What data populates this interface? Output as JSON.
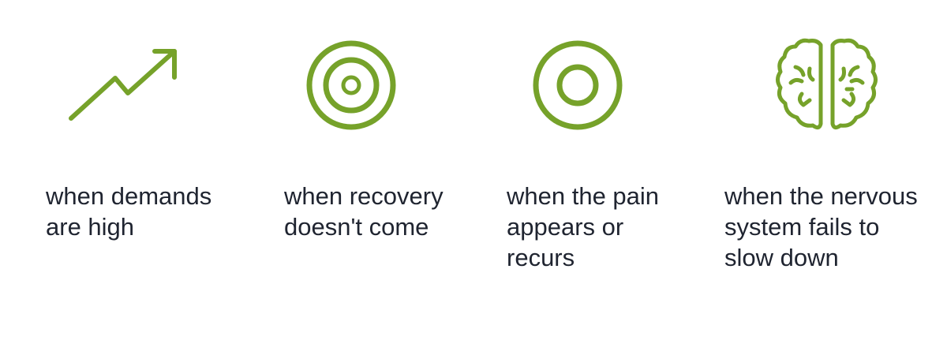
{
  "colors": {
    "icon_green": "#76A22A",
    "text": "#1F2430",
    "background": "#FFFFFF"
  },
  "items": [
    {
      "icon": "trending-up-arrow-icon",
      "caption_lines": [
        "when demands",
        "are high"
      ]
    },
    {
      "icon": "target-icon",
      "caption_lines": [
        "when recovery",
        "doesn't come"
      ]
    },
    {
      "icon": "ring-icon",
      "caption_lines": [
        "when the pain",
        "appears or",
        "recurs"
      ]
    },
    {
      "icon": "brain-icon",
      "caption_lines": [
        "when the nervous",
        "system fails to",
        "slow down"
      ]
    }
  ]
}
